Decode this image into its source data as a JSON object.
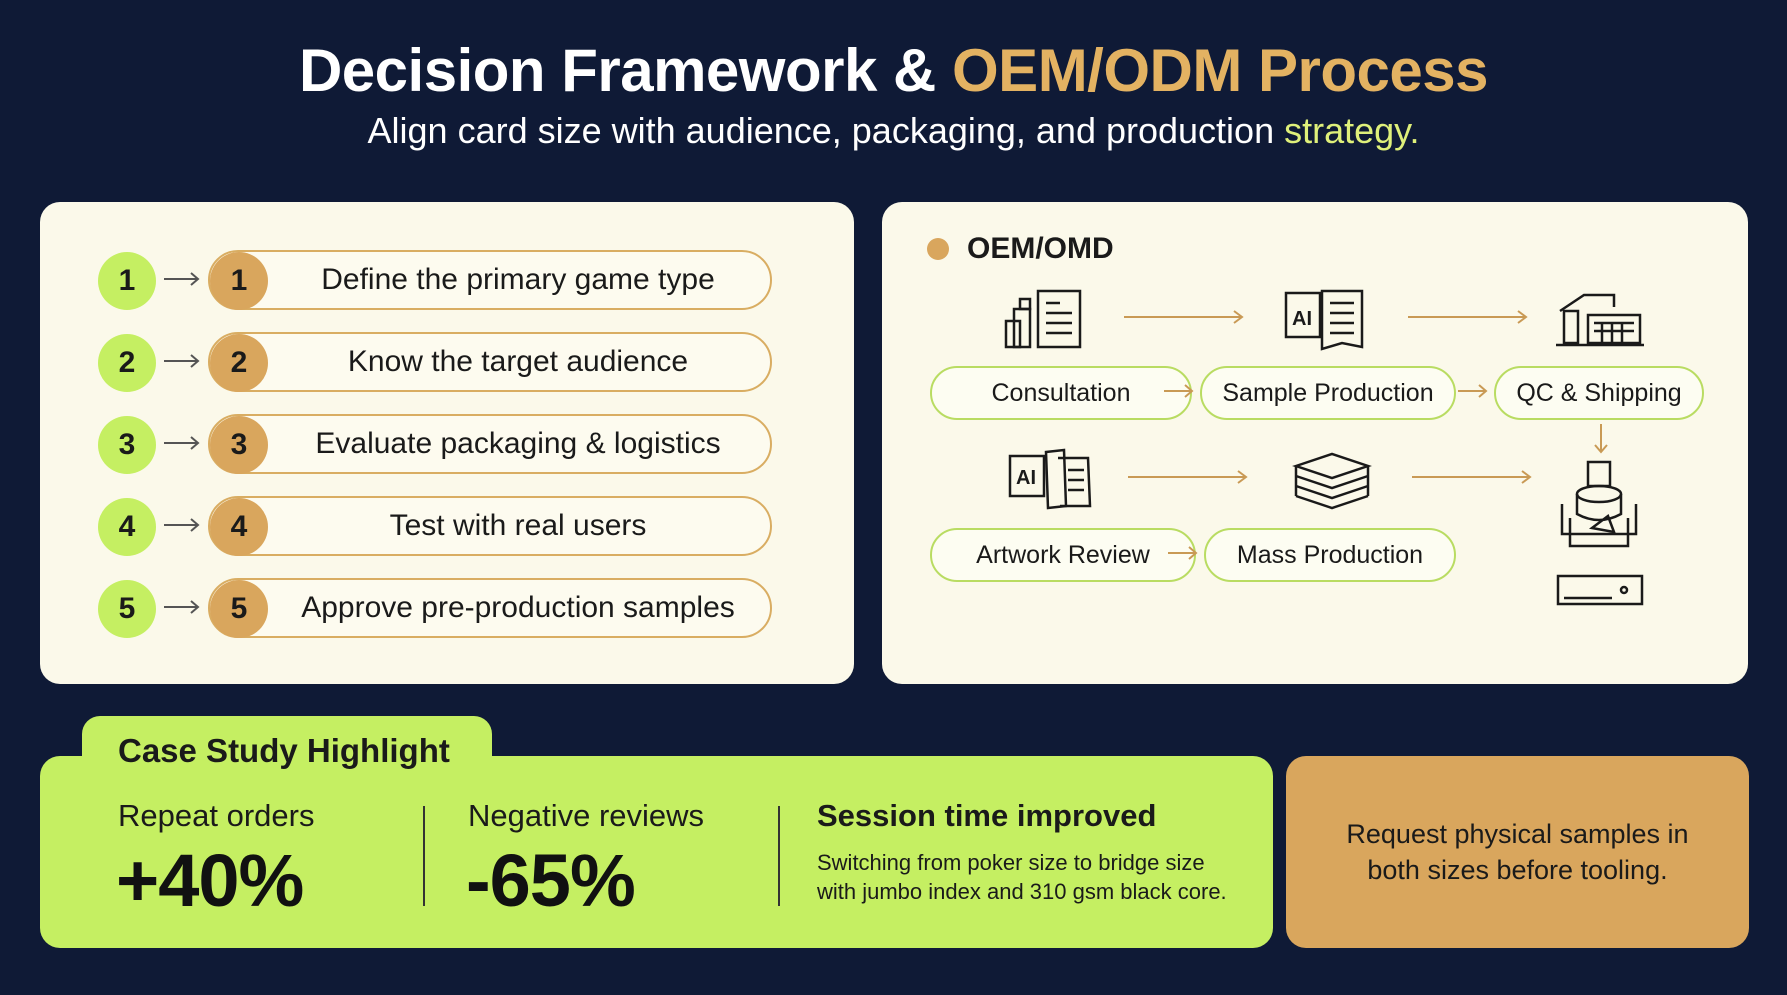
{
  "header": {
    "title_main": "Decision Framework & ",
    "title_accent": "OEM/ODM Process",
    "subtitle_main": "Align card size with audience, packaging, and production ",
    "subtitle_accent": "strategy."
  },
  "steps": [
    {
      "num": "1",
      "label": "Define the primary game type"
    },
    {
      "num": "2",
      "label": "Know the target audience"
    },
    {
      "num": "3",
      "label": "Evaluate packaging & logistics"
    },
    {
      "num": "4",
      "label": "Test with real users"
    },
    {
      "num": "5",
      "label": "Approve pre-production samples"
    }
  ],
  "process": {
    "heading": "OEM/OMD",
    "stages": {
      "consultation": "Consultation",
      "sample_production": "Sample Production",
      "qc_shipping": "QC & Shipping",
      "artwork_review": "Artwork Review",
      "mass_production": "Mass Production"
    },
    "icons": [
      "documents-icon",
      "ai-document-icon",
      "factory-icon",
      "ai-artwork-icon",
      "stacked-sheets-icon",
      "machine-icon",
      "tray-icon"
    ],
    "icon_text": "AI"
  },
  "case_study": {
    "title": "Case Study Highlight",
    "metrics": [
      {
        "label": "Repeat orders",
        "value": "+40%"
      },
      {
        "label": "Negative reviews",
        "value": "-65%"
      }
    ],
    "session_title": "Session time improved",
    "session_desc": "Switching from poker size to bridge size with jumbo index and 310 gsm black core."
  },
  "tip": "Request physical samples in both sizes before tooling.",
  "colors": {
    "background": "#0f1a36",
    "panel": "#fbf9ea",
    "green": "#c5ef62",
    "gold": "#d9a65d",
    "title_accent": "#e3b262",
    "subtitle_accent": "#dff07a"
  }
}
